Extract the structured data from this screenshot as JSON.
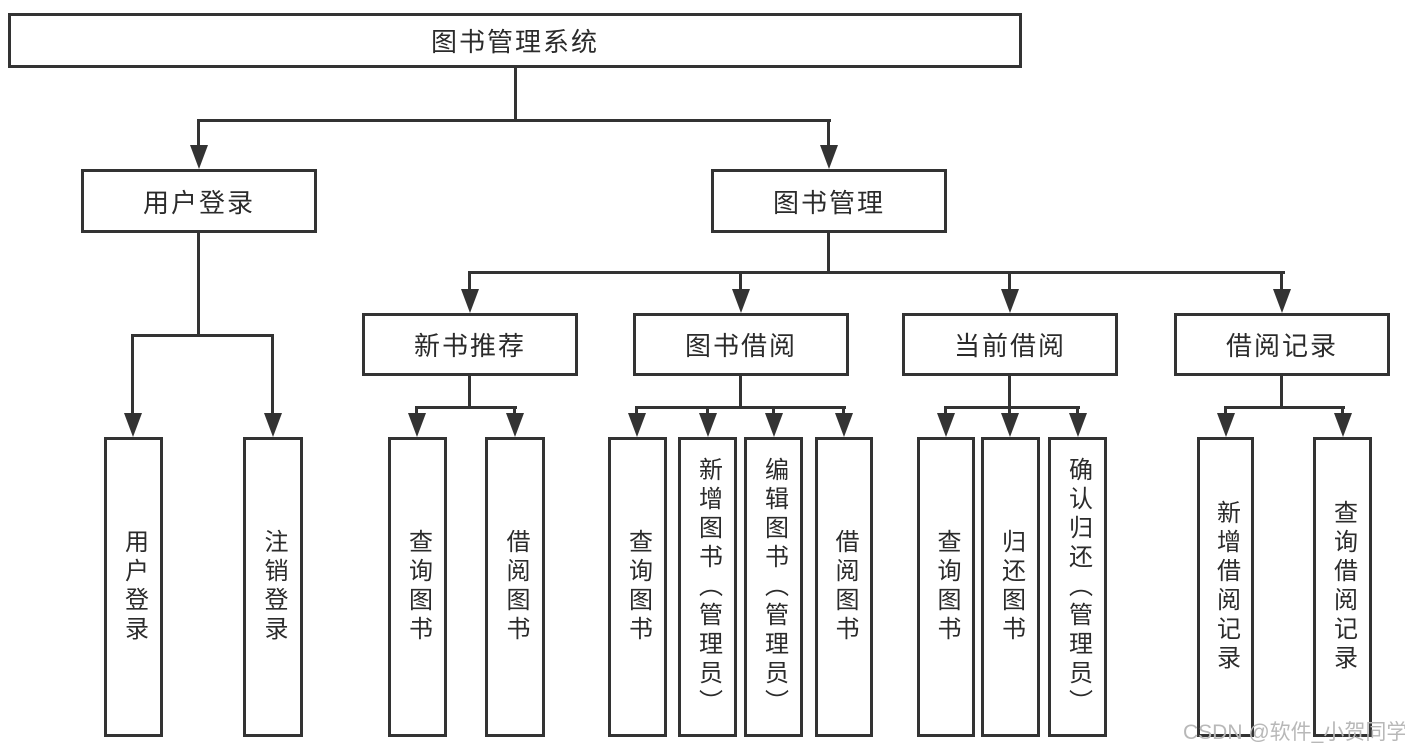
{
  "tree": {
    "root": {
      "label": "图书管理系统"
    },
    "children": [
      {
        "label": "用户登录",
        "children": [
          {
            "label": "用户登录"
          },
          {
            "label": "注销登录"
          }
        ]
      },
      {
        "label": "图书管理",
        "children": [
          {
            "label": "新书推荐",
            "children": [
              {
                "label": "查询图书"
              },
              {
                "label": "借阅图书"
              }
            ]
          },
          {
            "label": "图书借阅",
            "children": [
              {
                "label": "查询图书"
              },
              {
                "label": "新增图书（管理员）"
              },
              {
                "label": "编辑图书（管理员）"
              },
              {
                "label": "借阅图书"
              }
            ]
          },
          {
            "label": "当前借阅",
            "children": [
              {
                "label": "查询图书"
              },
              {
                "label": "归还图书"
              },
              {
                "label": "确认归还（管理员）"
              }
            ]
          },
          {
            "label": "借阅记录",
            "children": [
              {
                "label": "新增借阅记录"
              },
              {
                "label": "查询借阅记录"
              }
            ]
          }
        ]
      }
    ]
  },
  "watermark": "CSDN @软件_小贺同学",
  "colors": {
    "line": "#333333",
    "text": "#2b2b2b",
    "background": "#ffffff",
    "watermark": "#b8b8b8"
  }
}
